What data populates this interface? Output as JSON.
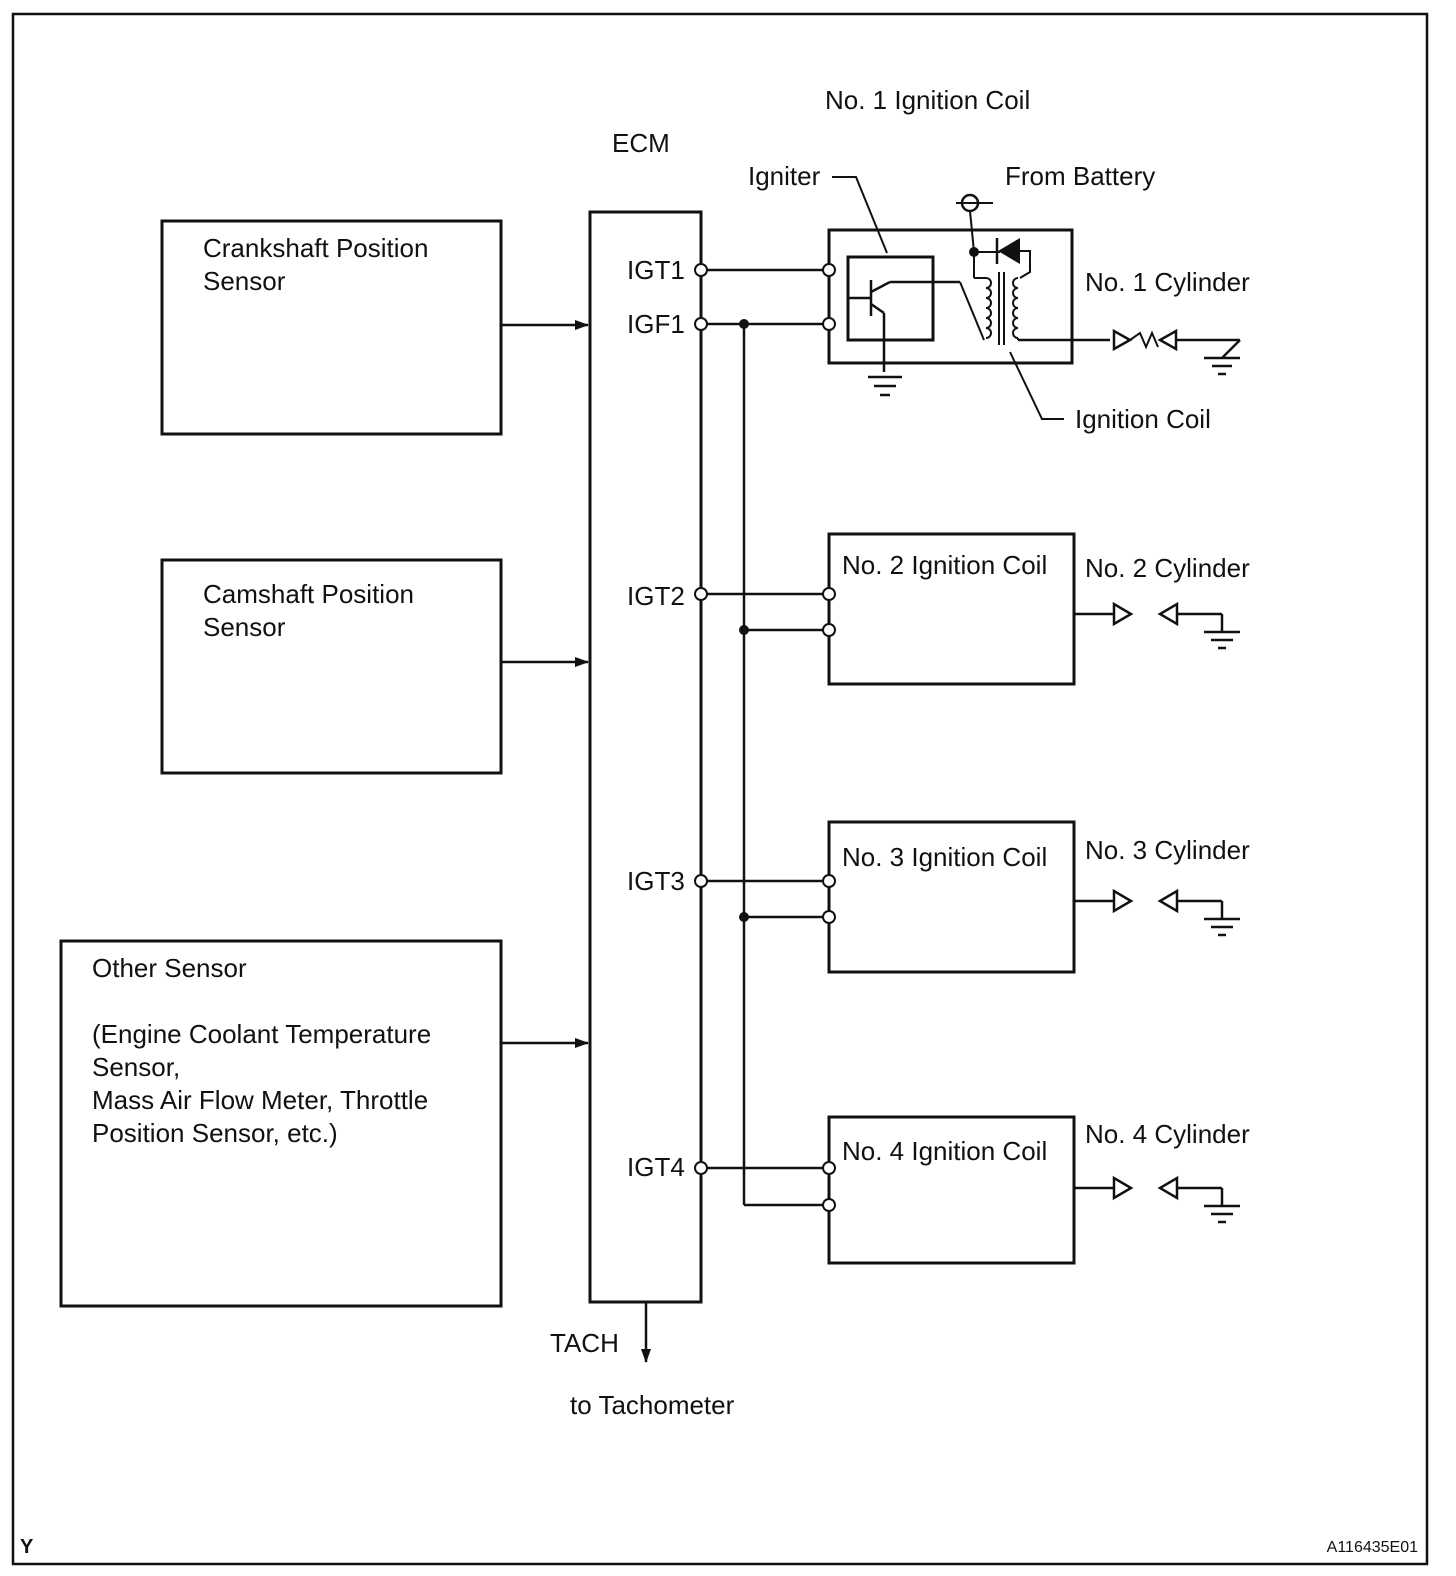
{
  "ecm": {
    "title": "ECM",
    "pins": {
      "igt1": "IGT1",
      "igf1": "IGF1",
      "igt2": "IGT2",
      "igt3": "IGT3",
      "igt4": "IGT4"
    },
    "tach": "TACH",
    "tach_dest": "to Tachometer"
  },
  "sensors": {
    "crankshaft": [
      "Crankshaft Position",
      "Sensor"
    ],
    "camshaft": [
      "Camshaft Position",
      "Sensor"
    ],
    "other": [
      "Other Sensor",
      "",
      "(Engine Coolant Temperature",
      "Sensor,",
      "Mass Air Flow Meter, Throttle",
      "Position Sensor, etc.)"
    ]
  },
  "coil1": {
    "title": "No. 1 Ignition Coil",
    "igniter": "Igniter",
    "battery": "From Battery",
    "coil_label": "Ignition Coil",
    "cylinder": "No. 1 Cylinder"
  },
  "coils": [
    {
      "title": "No. 2 Ignition Coil",
      "cylinder": "No. 2 Cylinder"
    },
    {
      "title": "No. 3 Ignition Coil",
      "cylinder": "No. 3 Cylinder"
    },
    {
      "title": "No. 4 Ignition Coil",
      "cylinder": "No. 4 Cylinder"
    }
  ],
  "footer": {
    "left": "Y",
    "right": "A116435E01"
  }
}
